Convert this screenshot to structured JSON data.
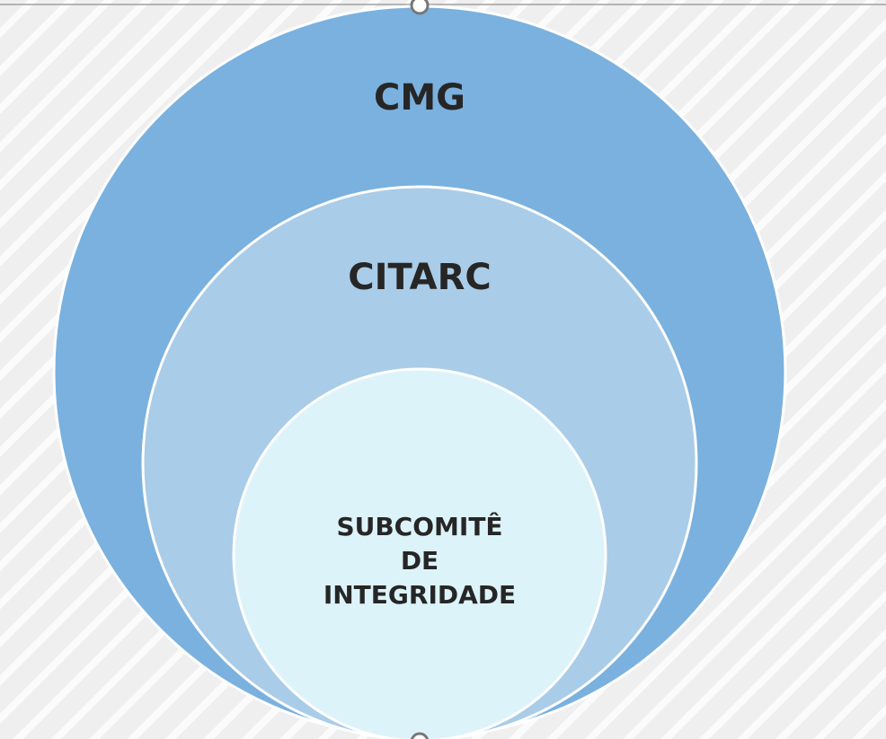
{
  "diagram": {
    "circles": [
      {
        "label": "CMG",
        "color": "#7ab1de"
      },
      {
        "label": "CITARC",
        "color": "#a9cce8"
      },
      {
        "label_lines": [
          "SUBCOMITÊ",
          "DE",
          "INTEGRIDADE"
        ],
        "color": "#ddf3fa"
      }
    ]
  }
}
